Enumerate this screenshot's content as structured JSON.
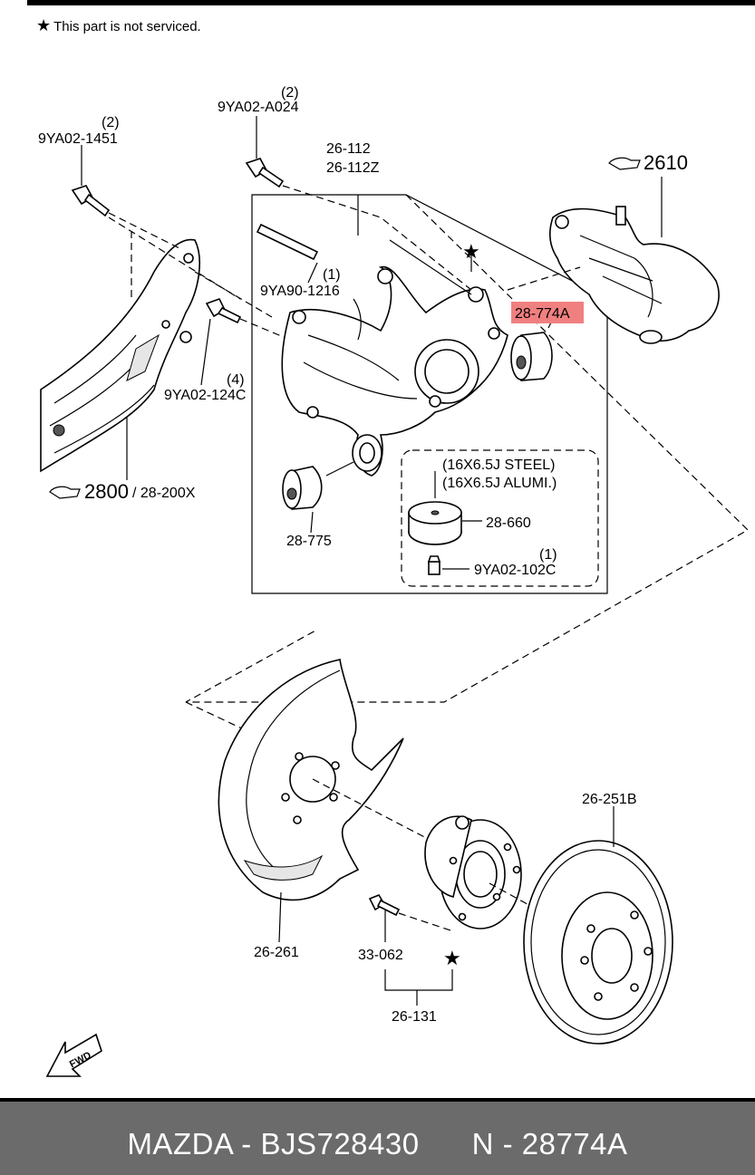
{
  "note": {
    "star": "★",
    "text": "This part is not serviced."
  },
  "labels": {
    "p_9ya02_1451_qty": "(2)",
    "p_9ya02_1451": "9YA02-1451",
    "p_9ya02_a024_qty": "(2)",
    "p_9ya02_a024": "9YA02-A024",
    "p_26_112": "26-112",
    "p_26_112z": "26-112Z",
    "p_2610": "2610",
    "p_9ya90_1216_qty": "(1)",
    "p_9ya90_1216": "9YA90-1216",
    "p_28_774a": "28-774A",
    "p_9ya02_124c_qty": "(4)",
    "p_9ya02_124c": "9YA02-124C",
    "p_2800": "2800",
    "p_28_200x": "/ 28-200X",
    "p_steel": "(16X6.5J STEEL)",
    "p_alumi": "(16X6.5J ALUMI.)",
    "p_28_660": "28-660",
    "p_28_775": "28-775",
    "p_9ya02_102c_qty": "(1)",
    "p_9ya02_102c": "9YA02-102C",
    "p_26_251b": "26-251B",
    "p_26_261": "26-261",
    "p_33_062": "33-062",
    "p_26_131": "26-131",
    "fwd": "FWD",
    "star": "★"
  },
  "highlight_color": "#f08080",
  "footer": {
    "brand": "MAZDA - BJS728430",
    "part": "N - 28774A"
  }
}
